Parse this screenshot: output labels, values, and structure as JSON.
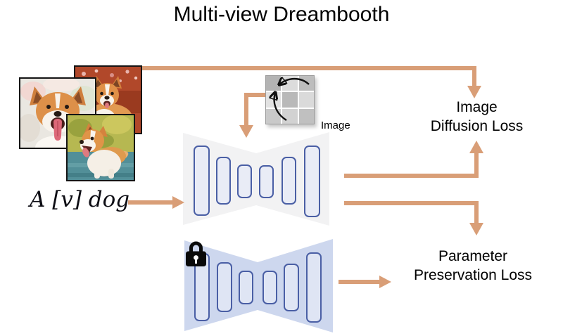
{
  "title": "Multi-view Dreambooth",
  "prompt": {
    "text": "A [v] dog"
  },
  "labels": {
    "image": "Image",
    "image_diffusion_loss_line1": "Image",
    "image_diffusion_loss_line2": "Diffusion Loss",
    "parameter_preservation_loss_line1": "Parameter",
    "parameter_preservation_loss_line2": "Preservation Loss"
  },
  "icons": {
    "lock": "lock-icon",
    "view_rotation": "view-rotation-grid-icon",
    "reference_photos": [
      "corgi-photo-back",
      "corgi-photo-left",
      "corgi-photo-front"
    ]
  },
  "colors": {
    "arrow": "#D99E77",
    "unet_trainable_fill": "#F2F2F3",
    "unet_frozen_fill": "#CDD7EE",
    "block_border": "#4A5FA5",
    "block_fill_trainable": "#E9ECF6",
    "block_fill_frozen": "#DFE5F4"
  }
}
